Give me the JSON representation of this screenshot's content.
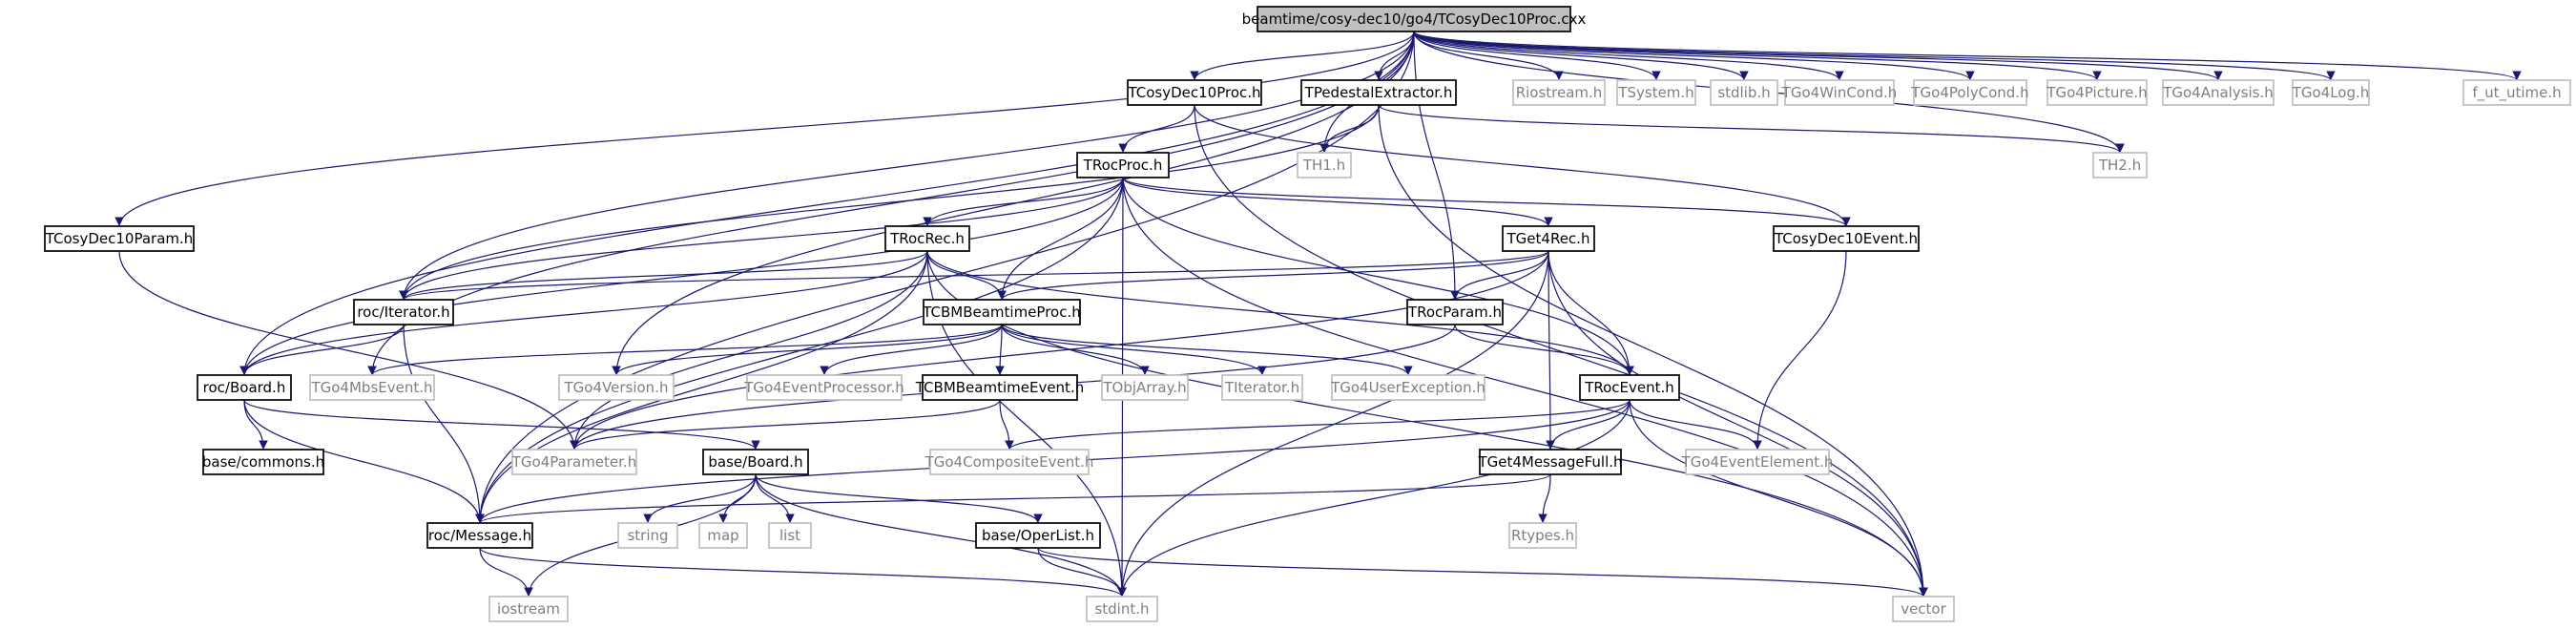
{
  "graph": {
    "type": "include-dependency-graph",
    "colors": {
      "edge": "#191970",
      "background": "#ffffff",
      "root_fill": "#bfbfbf",
      "documented_border": "#000000",
      "external_border": "#bfbfbf",
      "external_text": "#7f7f7f",
      "text": "#000000"
    },
    "nodes": [
      {
        "id": "root",
        "label": "beamtime/cosy-dec10/go4/TCosyDec10Proc.cxx",
        "kind": "root"
      },
      {
        "id": "TCosyDec10Proc",
        "label": "TCosyDec10Proc.h",
        "kind": "doc"
      },
      {
        "id": "TPedestalExtractor",
        "label": "TPedestalExtractor.h",
        "kind": "doc"
      },
      {
        "id": "Riostream",
        "label": "Riostream.h",
        "kind": "ext"
      },
      {
        "id": "TSystem",
        "label": "TSystem.h",
        "kind": "ext"
      },
      {
        "id": "stdlib",
        "label": "stdlib.h",
        "kind": "ext"
      },
      {
        "id": "TGo4WinCond",
        "label": "TGo4WinCond.h",
        "kind": "ext"
      },
      {
        "id": "TGo4PolyCond",
        "label": "TGo4PolyCond.h",
        "kind": "ext"
      },
      {
        "id": "TGo4Picture",
        "label": "TGo4Picture.h",
        "kind": "ext"
      },
      {
        "id": "TGo4Analysis",
        "label": "TGo4Analysis.h",
        "kind": "ext"
      },
      {
        "id": "TGo4Log",
        "label": "TGo4Log.h",
        "kind": "ext"
      },
      {
        "id": "f_ut_utime",
        "label": "f_ut_utime.h",
        "kind": "ext"
      },
      {
        "id": "TH1",
        "label": "TH1.h",
        "kind": "ext"
      },
      {
        "id": "TH2",
        "label": "TH2.h",
        "kind": "ext"
      },
      {
        "id": "TRocProc",
        "label": "TRocProc.h",
        "kind": "doc"
      },
      {
        "id": "TCosyDec10Param",
        "label": "TCosyDec10Param.h",
        "kind": "doc"
      },
      {
        "id": "TRocRec",
        "label": "TRocRec.h",
        "kind": "doc"
      },
      {
        "id": "TGet4Rec",
        "label": "TGet4Rec.h",
        "kind": "doc"
      },
      {
        "id": "TCosyDec10Event",
        "label": "TCosyDec10Event.h",
        "kind": "doc"
      },
      {
        "id": "rocIterator",
        "label": "roc/Iterator.h",
        "kind": "doc"
      },
      {
        "id": "TCBMBeamtimeProc",
        "label": "TCBMBeamtimeProc.h",
        "kind": "doc"
      },
      {
        "id": "TRocParam",
        "label": "TRocParam.h",
        "kind": "doc"
      },
      {
        "id": "rocBoard",
        "label": "roc/Board.h",
        "kind": "doc"
      },
      {
        "id": "TGo4MbsEvent",
        "label": "TGo4MbsEvent.h",
        "kind": "ext"
      },
      {
        "id": "TGo4Version",
        "label": "TGo4Version.h",
        "kind": "ext"
      },
      {
        "id": "TGo4EventProcessor",
        "label": "TGo4EventProcessor.h",
        "kind": "ext"
      },
      {
        "id": "TCBMBeamtimeEvent",
        "label": "TCBMBeamtimeEvent.h",
        "kind": "doc"
      },
      {
        "id": "TObjArray",
        "label": "TObjArray.h",
        "kind": "ext"
      },
      {
        "id": "TIterator",
        "label": "TIterator.h",
        "kind": "ext"
      },
      {
        "id": "TGo4UserException",
        "label": "TGo4UserException.h",
        "kind": "ext"
      },
      {
        "id": "TRocEvent",
        "label": "TRocEvent.h",
        "kind": "doc"
      },
      {
        "id": "baseCommons",
        "label": "base/commons.h",
        "kind": "doc"
      },
      {
        "id": "TGo4Parameter",
        "label": "TGo4Parameter.h",
        "kind": "ext"
      },
      {
        "id": "baseBoard",
        "label": "base/Board.h",
        "kind": "doc"
      },
      {
        "id": "TGo4CompositeEvent",
        "label": "TGo4CompositeEvent.h",
        "kind": "ext"
      },
      {
        "id": "TGet4MessageFull",
        "label": "TGet4MessageFull.h",
        "kind": "doc"
      },
      {
        "id": "TGo4EventElement",
        "label": "TGo4EventElement.h",
        "kind": "ext"
      },
      {
        "id": "rocMessage",
        "label": "roc/Message.h",
        "kind": "doc"
      },
      {
        "id": "string",
        "label": "string",
        "kind": "ext"
      },
      {
        "id": "map",
        "label": "map",
        "kind": "ext"
      },
      {
        "id": "list",
        "label": "list",
        "kind": "ext"
      },
      {
        "id": "baseOperList",
        "label": "base/OperList.h",
        "kind": "doc"
      },
      {
        "id": "Rtypes",
        "label": "Rtypes.h",
        "kind": "ext"
      },
      {
        "id": "iostream",
        "label": "iostream",
        "kind": "ext"
      },
      {
        "id": "stdint",
        "label": "stdint.h",
        "kind": "ext"
      },
      {
        "id": "vector",
        "label": "vector",
        "kind": "ext"
      }
    ],
    "edges": [
      [
        "root",
        "TCosyDec10Proc"
      ],
      [
        "root",
        "TPedestalExtractor"
      ],
      [
        "root",
        "Riostream"
      ],
      [
        "root",
        "TSystem"
      ],
      [
        "root",
        "stdlib"
      ],
      [
        "root",
        "TGo4WinCond"
      ],
      [
        "root",
        "TGo4PolyCond"
      ],
      [
        "root",
        "TGo4Picture"
      ],
      [
        "root",
        "TGo4Analysis"
      ],
      [
        "root",
        "TGo4Log"
      ],
      [
        "root",
        "f_ut_utime"
      ],
      [
        "root",
        "TH1"
      ],
      [
        "root",
        "TH2"
      ],
      [
        "root",
        "TCosyDec10Param"
      ],
      [
        "root",
        "rocIterator"
      ],
      [
        "root",
        "rocBoard"
      ],
      [
        "root",
        "TGo4MbsEvent"
      ],
      [
        "root",
        "TGo4Version"
      ],
      [
        "root",
        "TRocParam"
      ],
      [
        "root",
        "rocMessage"
      ],
      [
        "TCosyDec10Proc",
        "TRocProc"
      ],
      [
        "TCosyDec10Proc",
        "TCosyDec10Event"
      ],
      [
        "TCosyDec10Proc",
        "vector"
      ],
      [
        "TPedestalExtractor",
        "TH1"
      ],
      [
        "TPedestalExtractor",
        "TH2"
      ],
      [
        "TPedestalExtractor",
        "rocIterator"
      ],
      [
        "TPedestalExtractor",
        "vector"
      ],
      [
        "TRocProc",
        "TRocRec"
      ],
      [
        "TRocProc",
        "TGet4Rec"
      ],
      [
        "TRocProc",
        "TCosyDec10Event"
      ],
      [
        "TRocProc",
        "rocIterator"
      ],
      [
        "TRocProc",
        "TCBMBeamtimeProc"
      ],
      [
        "TRocProc",
        "rocBoard"
      ],
      [
        "TRocProc",
        "rocMessage"
      ],
      [
        "TRocProc",
        "TRocEvent"
      ],
      [
        "TRocProc",
        "stdint"
      ],
      [
        "TRocProc",
        "vector"
      ],
      [
        "TCosyDec10Param",
        "TGo4Parameter"
      ],
      [
        "TRocRec",
        "rocIterator"
      ],
      [
        "TRocRec",
        "TCBMBeamtimeProc"
      ],
      [
        "TRocRec",
        "rocBoard"
      ],
      [
        "TRocRec",
        "rocMessage"
      ],
      [
        "TRocRec",
        "TRocEvent"
      ],
      [
        "TRocRec",
        "stdint"
      ],
      [
        "TRocRec",
        "vector"
      ],
      [
        "TRocRec",
        "TGo4Parameter"
      ],
      [
        "TGet4Rec",
        "rocIterator"
      ],
      [
        "TGet4Rec",
        "TCBMBeamtimeProc"
      ],
      [
        "TGet4Rec",
        "TRocParam"
      ],
      [
        "TGet4Rec",
        "TRocEvent"
      ],
      [
        "TGet4Rec",
        "TGet4MessageFull"
      ],
      [
        "TGet4Rec",
        "vector"
      ],
      [
        "TGet4Rec",
        "stdint"
      ],
      [
        "TGet4Rec",
        "TGo4Parameter"
      ],
      [
        "TCosyDec10Event",
        "TGo4EventElement"
      ],
      [
        "rocIterator",
        "rocBoard"
      ],
      [
        "rocIterator",
        "rocMessage"
      ],
      [
        "TCBMBeamtimeProc",
        "TGo4MbsEvent"
      ],
      [
        "TCBMBeamtimeProc",
        "TGo4Version"
      ],
      [
        "TCBMBeamtimeProc",
        "TGo4EventProcessor"
      ],
      [
        "TCBMBeamtimeProc",
        "TCBMBeamtimeEvent"
      ],
      [
        "TCBMBeamtimeProc",
        "TObjArray"
      ],
      [
        "TCBMBeamtimeProc",
        "TIterator"
      ],
      [
        "TCBMBeamtimeProc",
        "TGo4UserException"
      ],
      [
        "TRocParam",
        "TRocEvent"
      ],
      [
        "TRocParam",
        "TGo4Parameter"
      ],
      [
        "rocBoard",
        "baseCommons"
      ],
      [
        "rocBoard",
        "baseBoard"
      ],
      [
        "rocBoard",
        "rocMessage"
      ],
      [
        "TCBMBeamtimeEvent",
        "TGo4CompositeEvent"
      ],
      [
        "TCBMBeamtimeEvent",
        "TGo4Parameter"
      ],
      [
        "TRocEvent",
        "TGo4CompositeEvent"
      ],
      [
        "TRocEvent",
        "TGet4MessageFull"
      ],
      [
        "TRocEvent",
        "TGo4EventElement"
      ],
      [
        "TRocEvent",
        "rocMessage"
      ],
      [
        "TRocEvent",
        "stdint"
      ],
      [
        "TRocEvent",
        "vector"
      ],
      [
        "baseBoard",
        "string"
      ],
      [
        "baseBoard",
        "map"
      ],
      [
        "baseBoard",
        "list"
      ],
      [
        "baseBoard",
        "baseOperList"
      ],
      [
        "baseBoard",
        "iostream"
      ],
      [
        "baseBoard",
        "stdint"
      ],
      [
        "TGet4MessageFull",
        "rocMessage"
      ],
      [
        "TGet4MessageFull",
        "Rtypes"
      ],
      [
        "rocMessage",
        "iostream"
      ],
      [
        "rocMessage",
        "stdint"
      ],
      [
        "baseOperList",
        "stdint"
      ],
      [
        "baseOperList",
        "vector"
      ]
    ]
  }
}
